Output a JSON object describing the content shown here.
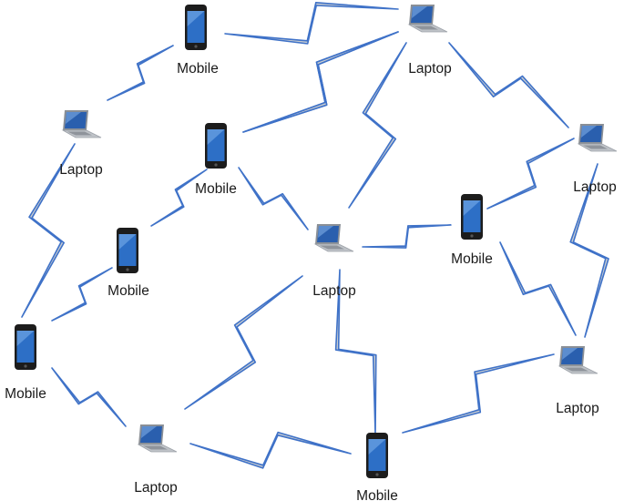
{
  "colors": {
    "link_fill": "#c8ccd0",
    "link_stroke": "#3f72c8",
    "phone_body": "#1c1c1c",
    "phone_screen": "#2d6fc6",
    "laptop_body": "#bfc3c8",
    "laptop_screen": "#2a5fae",
    "label": "#1a1a1a"
  },
  "nodes": [
    {
      "id": "n1",
      "type": "mobile",
      "label": "Mobile",
      "icon": "mobile-phone-icon"
    },
    {
      "id": "n2",
      "type": "laptop",
      "label": "Laptop",
      "icon": "laptop-icon"
    },
    {
      "id": "n3",
      "type": "laptop",
      "label": "Laptop",
      "icon": "laptop-icon"
    },
    {
      "id": "n4",
      "type": "mobile",
      "label": "Mobile",
      "icon": "mobile-phone-icon"
    },
    {
      "id": "n5",
      "type": "laptop",
      "label": "Laptop",
      "icon": "laptop-icon"
    },
    {
      "id": "n6",
      "type": "mobile",
      "label": "Mobile",
      "icon": "mobile-phone-icon"
    },
    {
      "id": "n7",
      "type": "laptop",
      "label": "Laptop",
      "icon": "laptop-icon"
    },
    {
      "id": "n8",
      "type": "mobile",
      "label": "Mobile",
      "icon": "mobile-phone-icon"
    },
    {
      "id": "n9",
      "type": "mobile",
      "label": "Mobile",
      "icon": "mobile-phone-icon"
    },
    {
      "id": "n10",
      "type": "laptop",
      "label": "Laptop",
      "icon": "laptop-icon"
    },
    {
      "id": "n11",
      "type": "laptop",
      "label": "Laptop",
      "icon": "laptop-icon"
    },
    {
      "id": "n12",
      "type": "mobile",
      "label": "Mobile",
      "icon": "mobile-phone-icon"
    }
  ],
  "links": [
    [
      "n1",
      "n2"
    ],
    [
      "n2",
      "n3"
    ],
    [
      "n2",
      "n4"
    ],
    [
      "n2",
      "n7"
    ],
    [
      "n3",
      "n8"
    ],
    [
      "n3",
      "n11"
    ],
    [
      "n5",
      "n1"
    ],
    [
      "n5",
      "n9"
    ],
    [
      "n6",
      "n4"
    ],
    [
      "n6",
      "n9"
    ],
    [
      "n4",
      "n7"
    ],
    [
      "n7",
      "n8"
    ],
    [
      "n7",
      "n10"
    ],
    [
      "n7",
      "n12"
    ],
    [
      "n8",
      "n11"
    ],
    [
      "n9",
      "n10"
    ],
    [
      "n10",
      "n12"
    ],
    [
      "n12",
      "n11"
    ],
    [
      "n2",
      "n4"
    ]
  ]
}
